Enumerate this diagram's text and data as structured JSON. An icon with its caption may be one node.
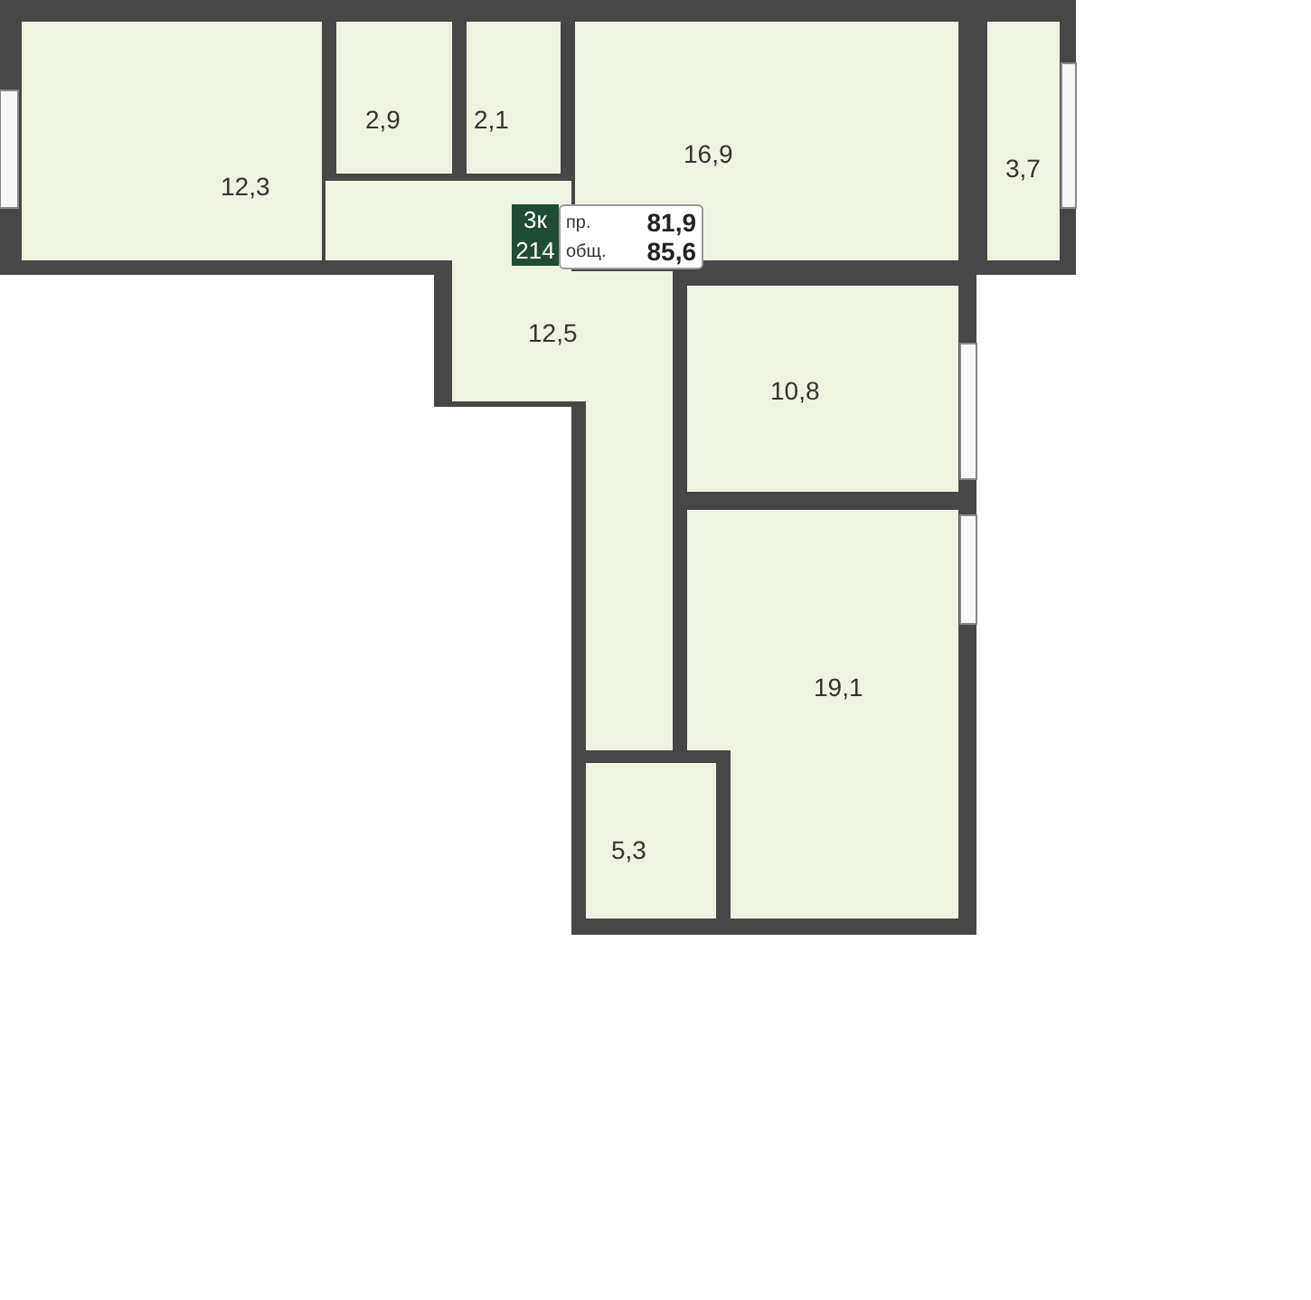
{
  "diagram": {
    "nodes": [
      {
        "text": [
          "12,3"
        ]
      },
      {
        "text": [
          "2,9"
        ]
      },
      {
        "text": [
          "2,1"
        ]
      },
      {
        "text": [
          "16,9"
        ]
      },
      {
        "text": [
          "3,7"
        ]
      },
      {
        "text": [
          "12,5"
        ]
      },
      {
        "text": [
          "10,8"
        ]
      },
      {
        "text": [
          "19,1"
        ]
      },
      {
        "text": [
          "5,3"
        ]
      }
    ],
    "labels": [
      "3к",
      "пр.",
      "81,9",
      "214",
      "общ.",
      "85,6"
    ]
  }
}
